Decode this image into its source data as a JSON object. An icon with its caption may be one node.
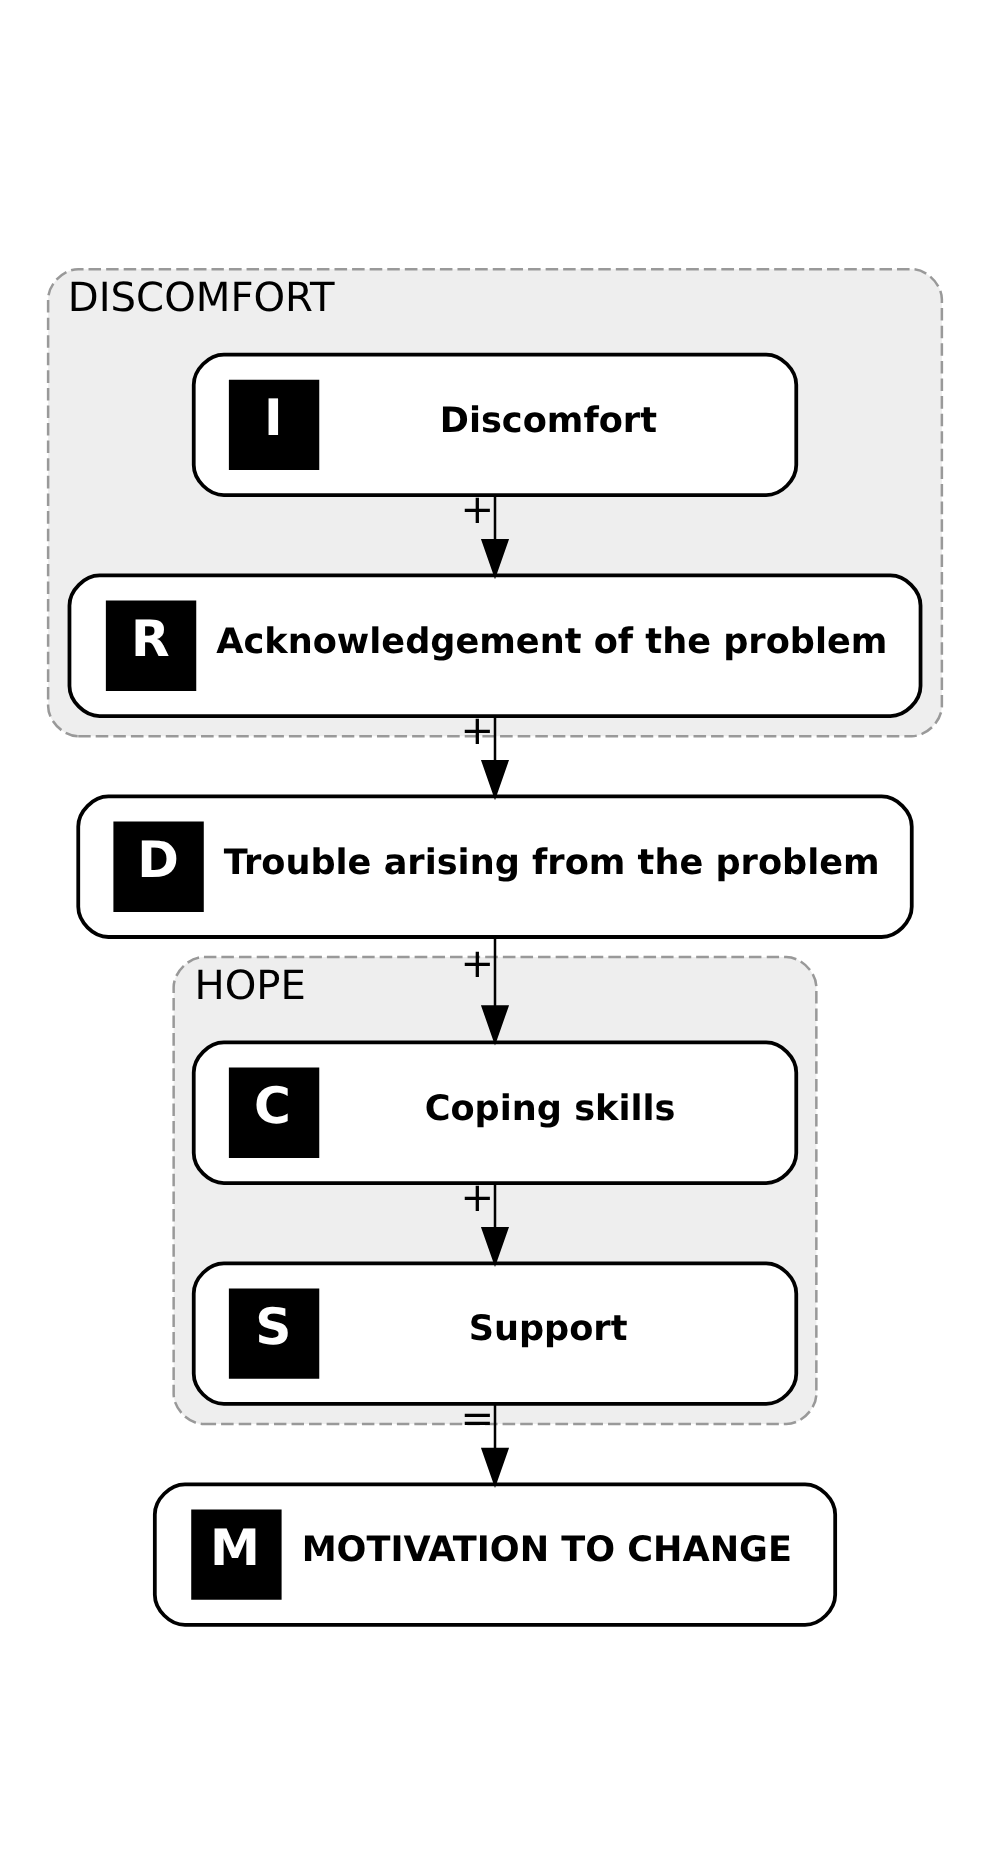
{
  "diagram": {
    "nodes": [
      {
        "text": [
          "DISCOMFORT"
        ]
      },
      {
        "text": [
          "I",
          "Discomfort"
        ],
        "in": 0
      },
      {
        "text": [
          "R",
          "Acknowledgement of the problem"
        ],
        "in": 0
      },
      {
        "text": [
          "D",
          "Trouble arising from the problem"
        ]
      },
      {
        "text": [
          "HOPE"
        ]
      },
      {
        "text": [
          "C",
          "Coping skills"
        ],
        "in": 4
      },
      {
        "text": [
          "S",
          "Support"
        ],
        "in": 4
      },
      {
        "text": [
          "M",
          "MOTIVATION TO CHANGE"
        ]
      }
    ],
    "edges": [
      {
        "from": 1,
        "to": 2,
        "arrow": "to",
        "label": "+"
      },
      {
        "from": 2,
        "to": 3,
        "arrow": "to",
        "label": "+"
      },
      {
        "from": 3,
        "to": 5,
        "arrow": "to",
        "label": "+"
      },
      {
        "from": 5,
        "to": 6,
        "arrow": "to",
        "label": "+"
      },
      {
        "from": 6,
        "to": 7,
        "arrow": "to",
        "label": "="
      }
    ]
  }
}
